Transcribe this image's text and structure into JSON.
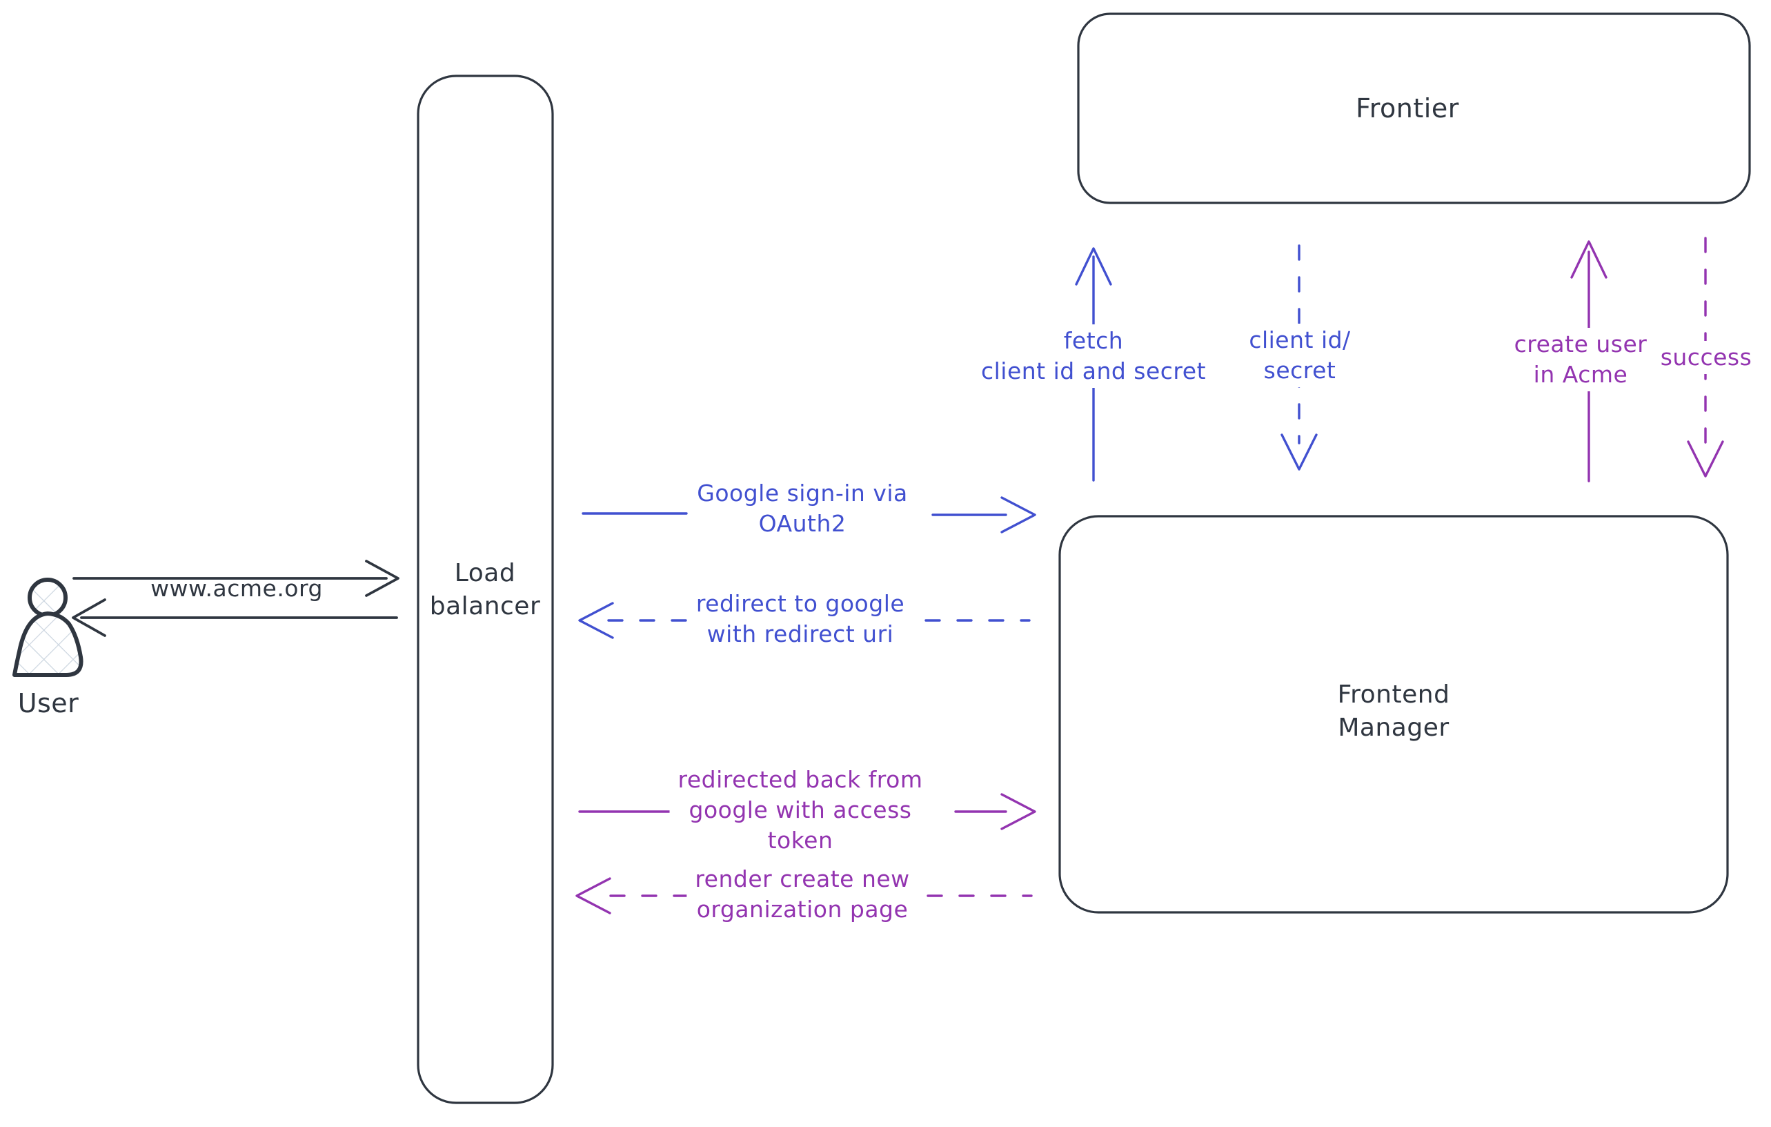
{
  "title": "OAuth sign-in flow diagram",
  "colors": {
    "ink": "#2f3640",
    "blue": "#4150d0",
    "purple": "#9334b0",
    "hatch": "#ccd6e0",
    "bg": "#ffffff"
  },
  "nodes": {
    "user": {
      "label": "User",
      "shape": "person-icon"
    },
    "load_balancer": {
      "label": "Load\nbalancer",
      "shape": "rounded-rect"
    },
    "frontier": {
      "label": "Frontier",
      "shape": "rounded-rect"
    },
    "frontend_manager": {
      "label": "Frontend\nManager",
      "shape": "rounded-rect"
    }
  },
  "arrows": {
    "www_request": {
      "label": "www.acme.org",
      "style": "solid",
      "color": "ink",
      "direction": "right",
      "from": "user",
      "to": "load_balancer"
    },
    "www_response": {
      "label": "",
      "style": "solid",
      "color": "ink",
      "direction": "left",
      "from": "load_balancer",
      "to": "user"
    },
    "google_signin": {
      "label": "Google sign-in via\nOAuth2",
      "style": "solid",
      "color": "blue",
      "direction": "right",
      "from": "load_balancer",
      "to": "frontend_manager"
    },
    "redirect_to_google": {
      "label": "redirect to google\nwith redirect uri",
      "style": "dashed",
      "color": "blue",
      "direction": "left",
      "from": "frontend_manager",
      "to": "load_balancer"
    },
    "fetch_client": {
      "label": "fetch\nclient id and secret",
      "style": "solid",
      "color": "blue",
      "direction": "up",
      "from": "frontend_manager",
      "to": "frontier"
    },
    "client_id_secret": {
      "label": "client id/\nsecret",
      "style": "dashed",
      "color": "blue",
      "direction": "down",
      "from": "frontier",
      "to": "frontend_manager"
    },
    "create_user": {
      "label": "create user\nin Acme",
      "style": "solid",
      "color": "purple",
      "direction": "up",
      "from": "frontend_manager",
      "to": "frontier"
    },
    "success": {
      "label": "success",
      "style": "dashed",
      "color": "purple",
      "direction": "down",
      "from": "frontier",
      "to": "frontend_manager"
    },
    "redirected_back": {
      "label": "redirected back from\ngoogle with access\ntoken",
      "style": "solid",
      "color": "purple",
      "direction": "right",
      "from": "load_balancer",
      "to": "frontend_manager"
    },
    "render_page": {
      "label": "render create new\norganization page",
      "style": "dashed",
      "color": "purple",
      "direction": "left",
      "from": "frontend_manager",
      "to": "load_balancer"
    }
  }
}
